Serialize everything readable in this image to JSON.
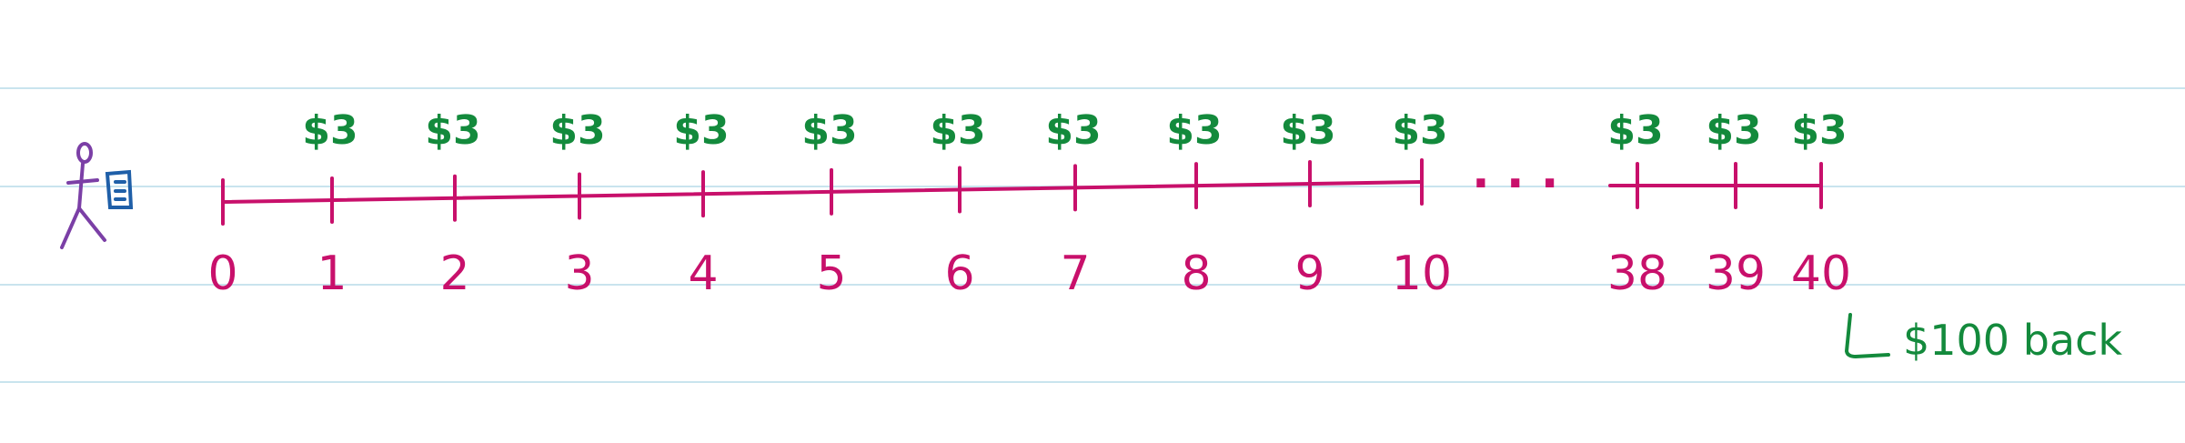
{
  "colors": {
    "paper": "#ffffff",
    "rule_line": "#c9e4ee",
    "timeline": "#c8106b",
    "payment": "#138a3c",
    "figure": "#7b3fa6",
    "document": "#1f5fa8"
  },
  "icons": {
    "person": "stick-figure-icon",
    "document": "document-icon"
  },
  "timeline": {
    "ellipsis": ". . .",
    "first_segment_labels": [
      "0",
      "1",
      "2",
      "3",
      "4",
      "5",
      "6",
      "7",
      "8",
      "9",
      "10"
    ],
    "last_segment_labels": [
      "38",
      "39",
      "40"
    ]
  },
  "payments": {
    "amount": "$3",
    "first_segment_periods": [
      "1",
      "2",
      "3",
      "4",
      "5",
      "6",
      "7",
      "8",
      "9",
      "10"
    ],
    "last_segment_periods": [
      "38",
      "39",
      "40"
    ]
  },
  "final_note": "$100 back"
}
